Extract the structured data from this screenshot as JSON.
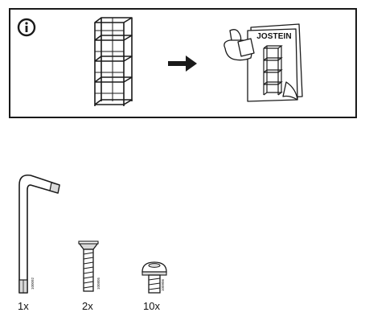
{
  "info_panel": {
    "icon": "info-icon",
    "arrow_icon": "arrow-right-icon",
    "manual_title": "JOSTEIN"
  },
  "parts": [
    {
      "icon": "allen-key-icon",
      "quantity": "1x",
      "part_number": "100092"
    },
    {
      "icon": "countersunk-screw-icon",
      "quantity": "2x",
      "part_number": "100805"
    },
    {
      "icon": "pan-head-screw-icon",
      "quantity": "10x",
      "part_number": "100906"
    }
  ],
  "colors": {
    "line": "#1a1a1a",
    "metal": "#d9d9d9"
  }
}
